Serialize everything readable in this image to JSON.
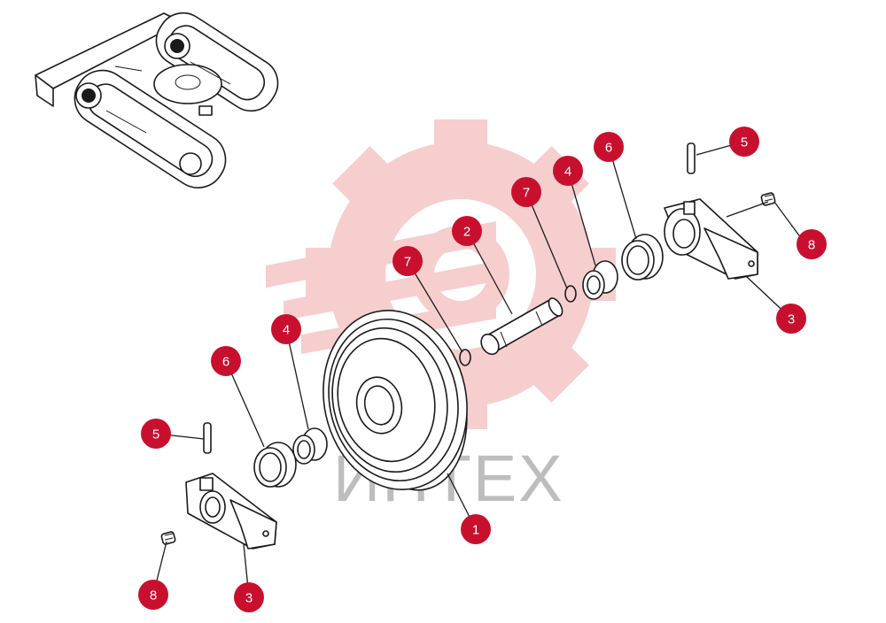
{
  "watermark": {
    "text": "ИНТЕХ",
    "logo_color": "#f6c9c9"
  },
  "callout_color": "#c8102e",
  "callouts": [
    {
      "label": "1"
    },
    {
      "label": "2"
    },
    {
      "label": "3"
    },
    {
      "label": "3"
    },
    {
      "label": "4"
    },
    {
      "label": "4"
    },
    {
      "label": "5"
    },
    {
      "label": "5"
    },
    {
      "label": "6"
    },
    {
      "label": "6"
    },
    {
      "label": "7"
    },
    {
      "label": "7"
    },
    {
      "label": "8"
    },
    {
      "label": "8"
    }
  ]
}
